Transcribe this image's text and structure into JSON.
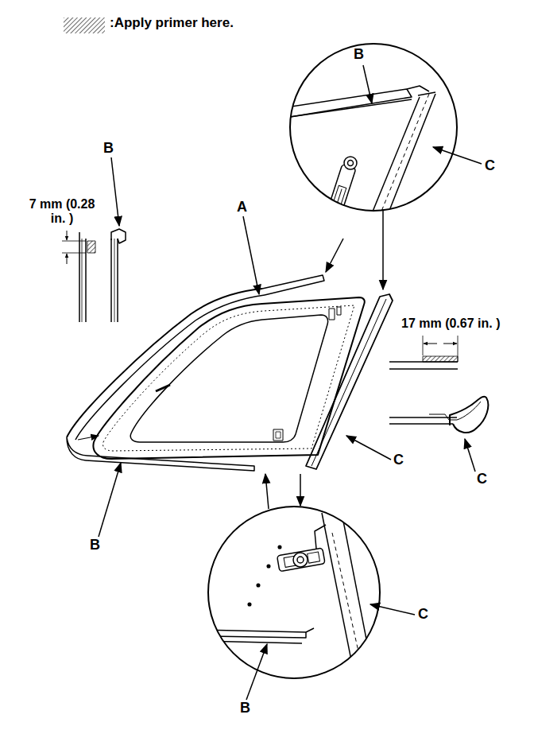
{
  "diagram": {
    "labels": [
      "B",
      "C",
      "B",
      "7 mm (0.28 in. )",
      "A",
      "17 mm (0.67 in. )",
      "C",
      "C",
      "B",
      "C",
      "B"
    ],
    "legend": [
      {
        "text": ":Apply primer here."
      }
    ]
  }
}
